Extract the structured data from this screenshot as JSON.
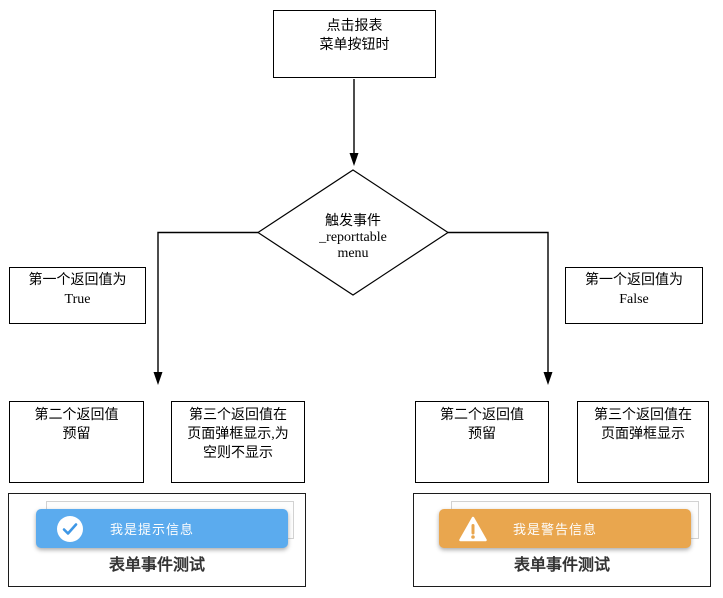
{
  "flowchart": {
    "start_label": "点击报表\n菜单按钮时",
    "decision_label": "触发事件\n_reporttable\nmenu",
    "true_condition_label": "第一个返回值为\nTrue",
    "false_condition_label": "第一个返回值为\nFalse",
    "true_branch": {
      "second_value_label": "第二个返回值\n预留",
      "third_value_label": "第三个返回值在\n页面弹框显示,为\n空则不显示"
    },
    "false_branch": {
      "second_value_label": "第二个返回值\n预留",
      "third_value_label": "第三个返回值在\n页面弹框显示"
    }
  },
  "screenshots": {
    "info": {
      "toast_message": "我是提示信息",
      "caption": "表单事件测试",
      "toast_color": "#5babee",
      "icon": "check-circle-icon",
      "icon_color": "#3e97e6"
    },
    "warning": {
      "toast_message": "我是警告信息",
      "caption": "表单事件测试",
      "toast_color": "#e9a64e",
      "icon": "warning-triangle-icon",
      "icon_color": "#e9a64e"
    }
  }
}
